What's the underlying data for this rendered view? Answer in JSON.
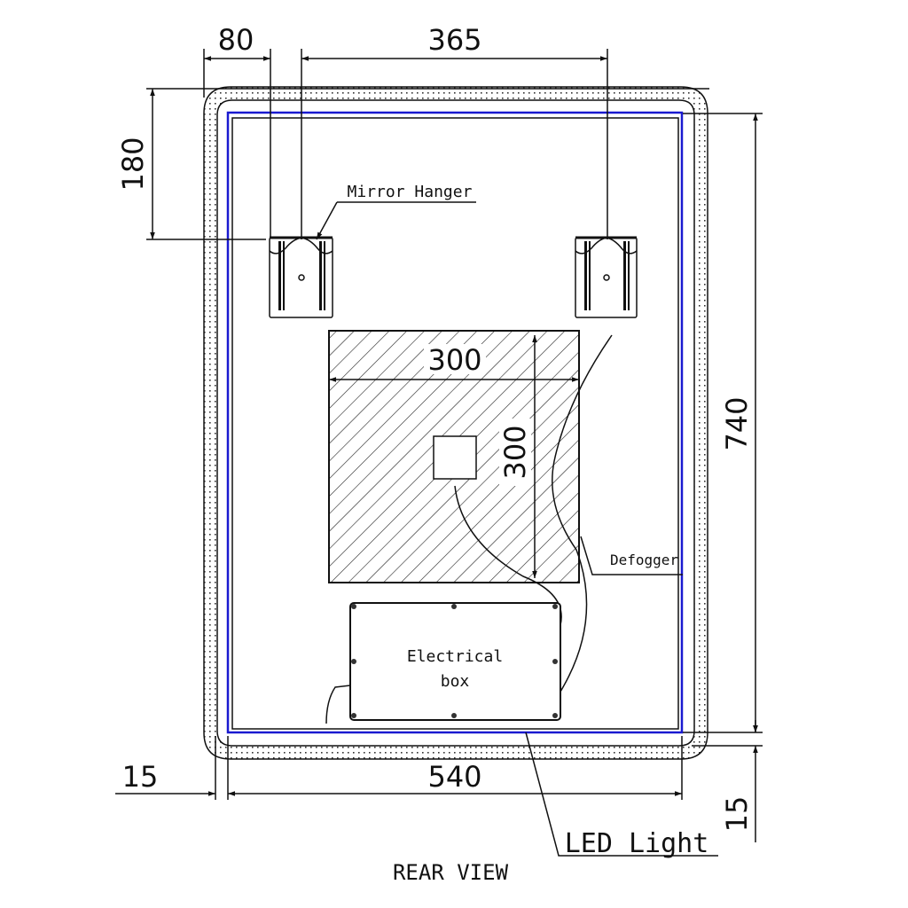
{
  "title": "REAR VIEW",
  "dimensions": {
    "hanger_offset_x": "80",
    "hanger_spacing": "365",
    "hanger_offset_y": "180",
    "height": "740",
    "width": "540",
    "frame_left": "15",
    "frame_bottom": "15",
    "defogger_width": "300",
    "defogger_height": "300"
  },
  "labels": {
    "mirror_hanger": "Mirror Hanger",
    "defogger": "Defogger",
    "electrical_box_line1": "Electrical",
    "electrical_box_line2": "box",
    "led_light": "LED Light"
  },
  "colors": {
    "led_line": "#1a1ad0",
    "line": "#111111"
  }
}
